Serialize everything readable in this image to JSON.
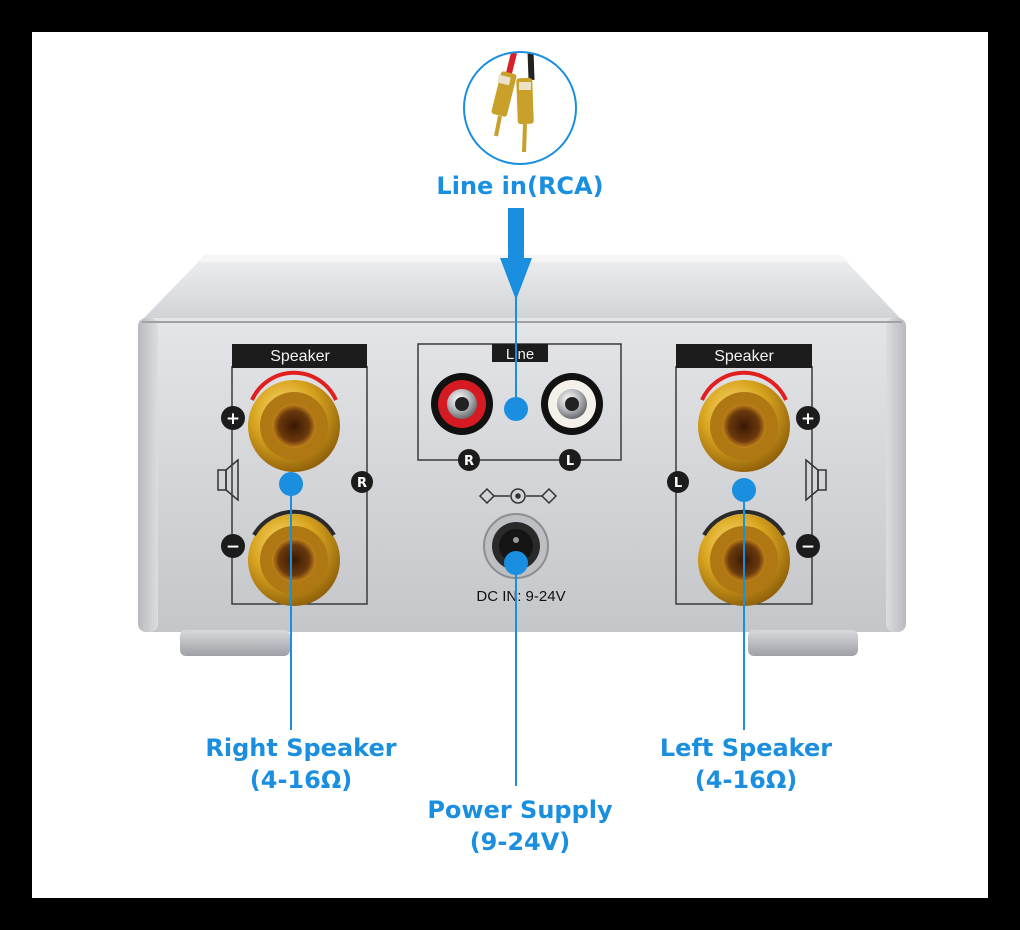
{
  "colors": {
    "accent": "#1a8fe0",
    "chassis": "#c9cbcf",
    "panel_label_bg": "#1c1c1c",
    "gold": "#d4a017"
  },
  "panel": {
    "speaker_left_label": "Speaker",
    "line_label": "Line",
    "speaker_right_label": "Speaker",
    "rca_left_marker": "R",
    "rca_right_marker": "L",
    "right_speaker_marker": "R",
    "left_speaker_marker": "L",
    "plus": "+",
    "minus": "−",
    "dc_label": "DC IN: 9-24V"
  },
  "callouts": {
    "line_in": "Line in(RCA)",
    "right_speaker": "Right Speaker",
    "right_speaker_spec": "(4-16Ω)",
    "power_supply": "Power Supply",
    "power_supply_spec": "(9-24V)",
    "left_speaker": "Left Speaker",
    "left_speaker_spec": "(4-16Ω)"
  }
}
